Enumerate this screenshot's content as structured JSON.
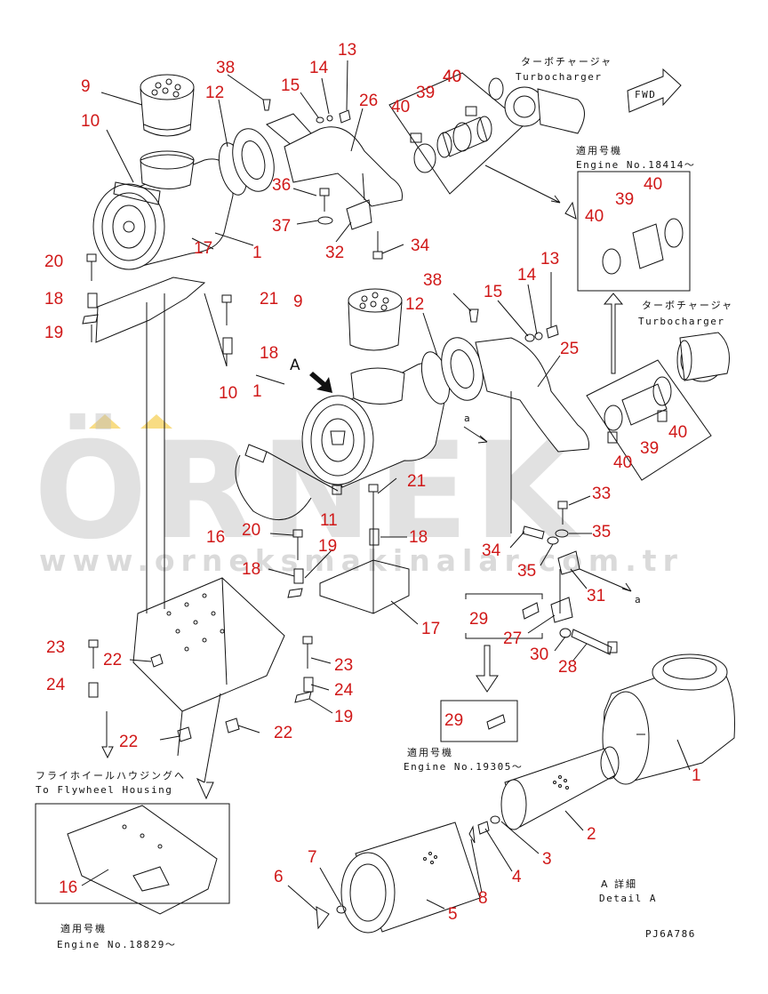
{
  "watermark": {
    "brand": "ÖRNEK",
    "url": "www.orneksmakinalar.com.tr",
    "dots_color": "#f4c430"
  },
  "labels": {
    "turbo_jp_1": "ターボチャージャ",
    "turbo_en_1": "Turbocharger",
    "turbo_jp_2": "ターボチャージャ",
    "turbo_en_2": "Turbocharger",
    "applicable_jp_1": "適用号機",
    "engine_no_1": "Engine No.18414〜",
    "applicable_jp_2": "適用号機",
    "engine_no_2": "Engine No.19305〜",
    "applicable_jp_3": "適用号機",
    "engine_no_3": "Engine No.18829〜",
    "flywheel_jp": "フライホイールハウジングへ",
    "flywheel_en": "To Flywheel Housing",
    "detail_jp": "A 詳細",
    "detail_en": "Detail A",
    "view_a": "A",
    "arrow_a_1": "a",
    "arrow_a_2": "a",
    "fwd": "FWD",
    "drawing_code": "PJ6A786"
  },
  "callouts": [
    "9",
    "10",
    "38",
    "12",
    "15",
    "14",
    "13",
    "26",
    "40",
    "39",
    "40",
    "40",
    "36",
    "37",
    "32",
    "34",
    "1",
    "17",
    "20",
    "18",
    "19",
    "21",
    "18",
    "9",
    "38",
    "12",
    "15",
    "14",
    "13",
    "25",
    "40",
    "39",
    "40",
    "40",
    "39",
    "40",
    "10",
    "1",
    "11",
    "21",
    "18",
    "16",
    "20",
    "19",
    "18",
    "17",
    "33",
    "34",
    "35",
    "35",
    "31",
    "29",
    "27",
    "30",
    "28",
    "23",
    "22",
    "24",
    "23",
    "24",
    "19",
    "22",
    "22",
    "29",
    "16",
    "1",
    "2",
    "3",
    "4",
    "5",
    "6",
    "7",
    "8"
  ]
}
